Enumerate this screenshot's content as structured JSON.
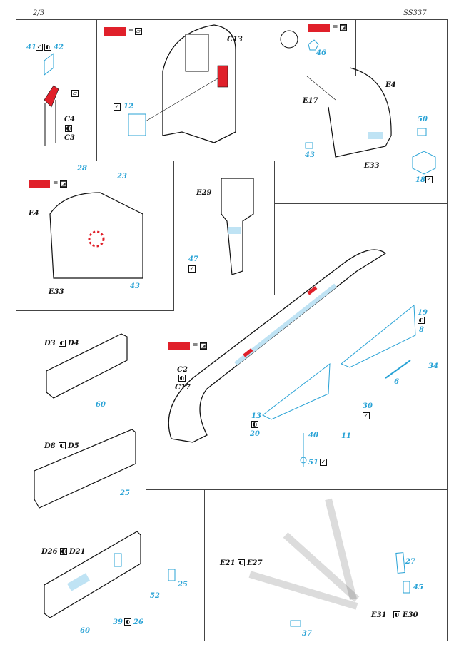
{
  "header": {
    "page": "2/3",
    "code": "SS337"
  },
  "colors": {
    "paint": "#e0202a",
    "etch": "#2aa3d6",
    "etch_fill": "#bfe3f4"
  },
  "legend_icons": [
    "check-icon",
    "fold-icon",
    "photo-etch-icon",
    "paint-icon"
  ],
  "panel_a": {
    "part_a": "41",
    "part_b": "42",
    "ref_top": "C4",
    "ref_bottom": "C3"
  },
  "panel_b": {
    "ref": "C13",
    "part": "12"
  },
  "panel_c": {
    "part_inset": "46",
    "ref_e4": "E4",
    "ref_e17": "E17",
    "ref_e33": "E33",
    "part_43": "43",
    "part_50": "50",
    "part_18": "18"
  },
  "panel_d": {
    "part_28": "28",
    "part_23": "23",
    "ref_e4": "E4",
    "ref_e33": "E33",
    "part_43": "43"
  },
  "panel_e": {
    "ref": "E29",
    "part": "47"
  },
  "panel_f": {
    "ref_top": "C2",
    "ref_bottom": "C17",
    "part_19": "19",
    "part_8": "8",
    "part_34": "34",
    "part_6": "6",
    "part_13": "13",
    "part_20": "20",
    "part_30": "30",
    "part_40": "40",
    "part_11": "11",
    "part_51": "51"
  },
  "left_column": {
    "group1": {
      "ref_a": "D3",
      "ref_b": "D4",
      "part": "60"
    },
    "group2": {
      "ref_a": "D8",
      "ref_b": "D5",
      "part": "25"
    },
    "group3": {
      "ref_a": "D26",
      "ref_b": "D21",
      "part_52": "52",
      "part_25": "25",
      "part_60": "60",
      "part_39": "39",
      "part_26": "26"
    }
  },
  "panel_g": {
    "ref_a": "E21",
    "ref_b": "E27",
    "part_27": "27",
    "part_45": "45",
    "part_37": "37",
    "ref_c": "E31",
    "ref_d": "E30"
  }
}
